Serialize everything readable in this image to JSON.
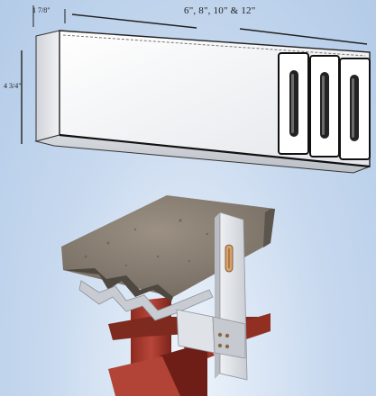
{
  "dimensions": {
    "top_flange": "1 7/8\"",
    "width_options": "6\", 8\", 10\" & 12\"",
    "height": "4 3/4\""
  },
  "colors": {
    "background": "#c6d8ee",
    "plate": "#f4f4f4",
    "concrete": "#8a7f72",
    "steel_beam": "#a8392c"
  }
}
